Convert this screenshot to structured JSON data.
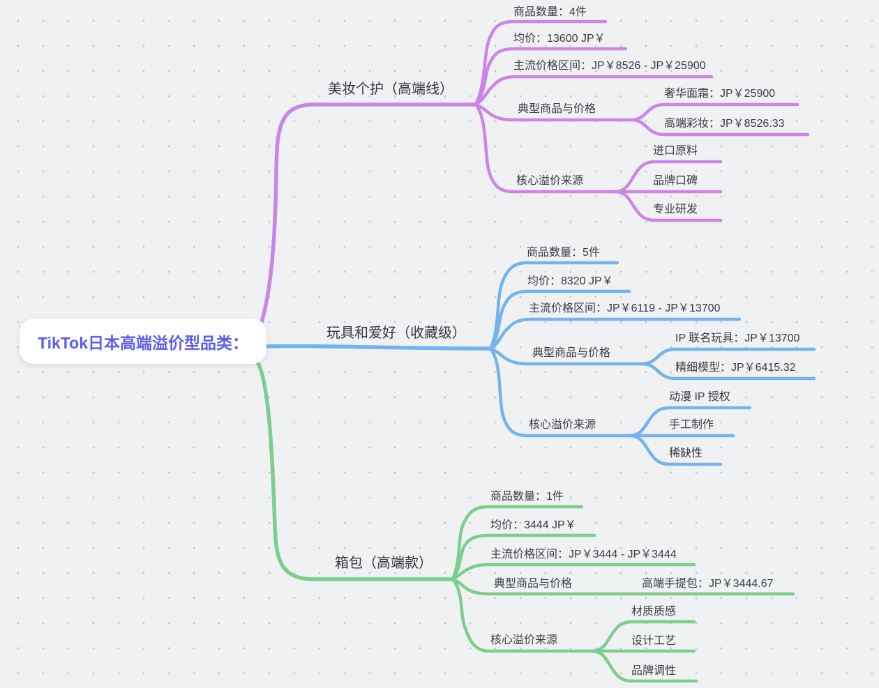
{
  "root": {
    "title": "TikTok日本高端溢价型品类：",
    "text_color": "#5a5ef0",
    "box_color": "#ffffff"
  },
  "background": {
    "color": "#f0f1f3",
    "dot_color": "#c5c6cc"
  },
  "branches": [
    {
      "label": "美妆个护（高端线）",
      "color": "#cb85e6",
      "children": [
        {
          "label": "商品数量：4件"
        },
        {
          "label": "均价：13600 JP￥"
        },
        {
          "label": "主流价格区间：JP￥8526 - JP￥25900"
        },
        {
          "label": "典型商品与价格",
          "children": [
            {
              "label": "奢华面霜：JP￥25900"
            },
            {
              "label": "高端彩妆：JP￥8526.33"
            }
          ]
        },
        {
          "label": "核心溢价来源",
          "children": [
            {
              "label": "进口原料"
            },
            {
              "label": "品牌口碑"
            },
            {
              "label": "专业研发"
            }
          ]
        }
      ]
    },
    {
      "label": "玩具和爱好（收藏级）",
      "color": "#74b3eb",
      "children": [
        {
          "label": "商品数量：5件"
        },
        {
          "label": "均价：8320 JP￥"
        },
        {
          "label": "主流价格区间：JP￥6119 - JP￥13700"
        },
        {
          "label": "典型商品与价格",
          "children": [
            {
              "label": "IP 联名玩具：JP￥13700"
            },
            {
              "label": "精细模型：JP￥6415.32"
            }
          ]
        },
        {
          "label": "核心溢价来源",
          "children": [
            {
              "label": "动漫 IP 授权"
            },
            {
              "label": "手工制作"
            },
            {
              "label": "稀缺性"
            }
          ]
        }
      ]
    },
    {
      "label": "箱包（高端款）",
      "color": "#7ccd8e",
      "children": [
        {
          "label": "商品数量：1件"
        },
        {
          "label": "均价：3444 JP￥"
        },
        {
          "label": "主流价格区间：JP￥3444 - JP￥3444"
        },
        {
          "label": "典型商品与价格",
          "children": [
            {
              "label": "高端手提包：JP￥3444.67"
            }
          ]
        },
        {
          "label": "核心溢价来源",
          "children": [
            {
              "label": "材质质感"
            },
            {
              "label": "设计工艺"
            },
            {
              "label": "品牌调性"
            }
          ]
        }
      ]
    }
  ]
}
